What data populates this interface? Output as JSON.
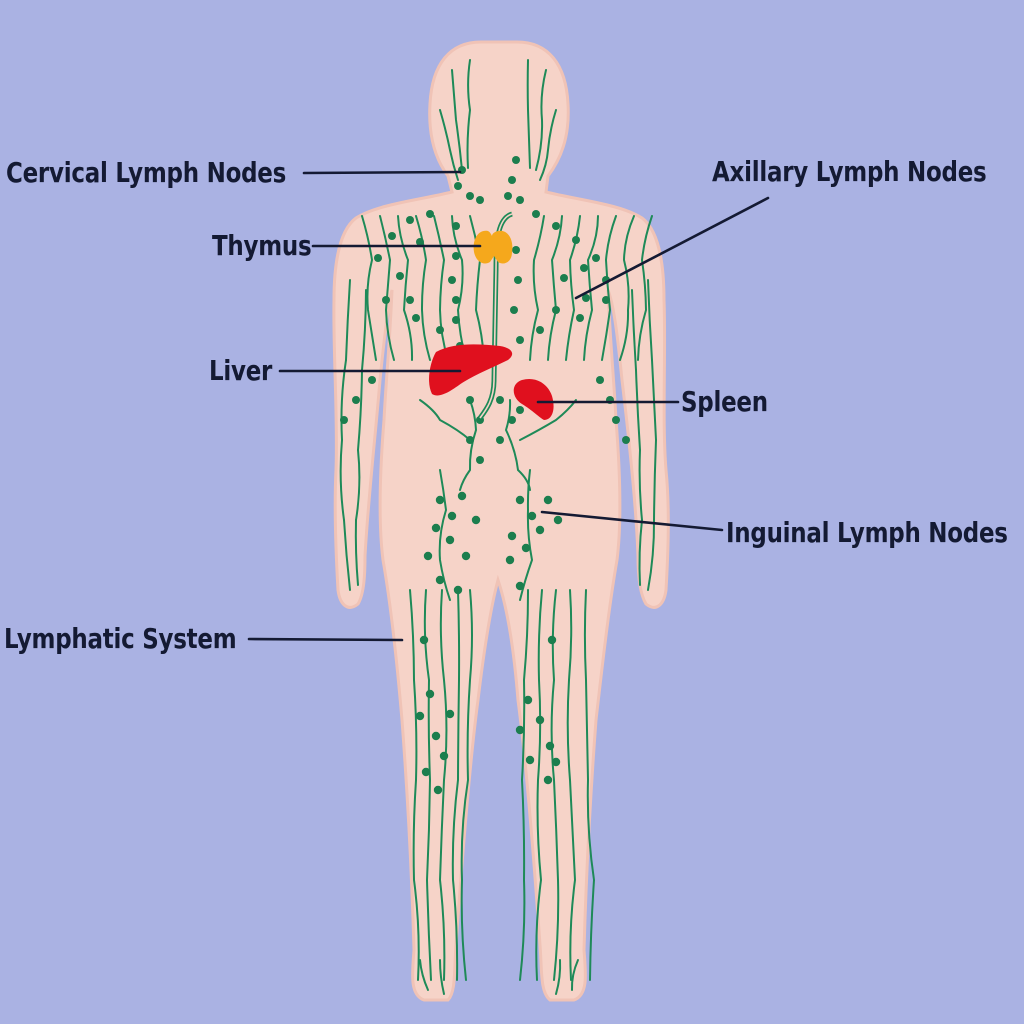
{
  "colors": {
    "background": "#aab2e3",
    "skin": "#f6d3c8",
    "skin_edge": "#f0c3b6",
    "lymph": "#1e8a58",
    "node": "#1c7e4e",
    "thymus": "#f5a81c",
    "organ": "#e0101e",
    "leader": "#141a33",
    "text": "#141a33"
  },
  "labels": {
    "cervical": "Cervical Lymph Nodes",
    "axillary": "Axillary Lymph Nodes",
    "thymus": "Thymus",
    "liver": "Liver",
    "spleen": "Spleen",
    "inguinal": "Inguinal Lymph Nodes",
    "lymphatic": "Lymphatic System"
  }
}
